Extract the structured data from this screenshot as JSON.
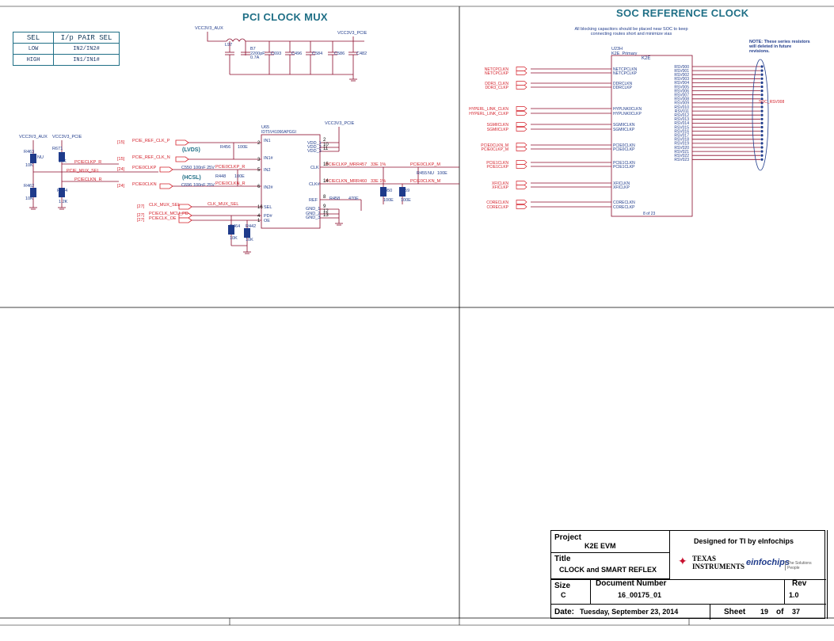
{
  "pci_section": {
    "title": "PCI CLOCK MUX",
    "sel_table": {
      "headers": [
        "SEL",
        "I/p PAIR SEL"
      ],
      "rows": [
        [
          "LOW",
          "IN2/IN2#"
        ],
        [
          "HIGH",
          "IN1/IN1#"
        ]
      ]
    },
    "rails": [
      "VCC3V3_AUX",
      "VCC3V3_PCIE"
    ],
    "ic_ref": "U65",
    "ic_part": "IDT5V41066APGGI",
    "labels": {
      "lvds": "(LVDS)",
      "hcsl": "(HCSL)",
      "mux_sel": "PCIE_MUX_SEL",
      "ref_clk_p": "PCIE_REF_CLK_P",
      "ref_clk_n": "PCIE_REF_CLK_N",
      "clk_in_p": "PCIE0CLKP",
      "clk_in_n": "PCIE0CLKN",
      "mux_sel_net": "CLK_MUX_SEL",
      "mclk_pd": "PCIECLK_MCU_PD",
      "clk_oe": "PCIECLK_OE"
    }
  },
  "soc_section": {
    "title": "SOC REFERENCE CLOCK",
    "note_top": "All blocking capacitors should be placed near SOC to keep connecting routes short and minimize vias",
    "note_right": "NOTE: These series resistors will deleted in future revisions.",
    "ic_ref": "U23H",
    "ic_name": "K2E",
    "ic_sub": "K2E_Primary",
    "ic_page": "8 of 23",
    "left_pins": [
      "NETCPCLKN",
      "NETCPCLKP",
      "DDRCLKN",
      "DDRCLKP",
      "HYPLNK0CLKN",
      "HYPLNK0CLKP",
      "SGMIICLKN",
      "SGMIICLKP",
      "PCIE0CLKN",
      "PCIE0CLKP",
      "PCIE1CLKN",
      "PCIE1CLKP",
      "XFICLKN",
      "XFICLKP",
      "CORECLKN",
      "CORECLKP"
    ],
    "right_pins": [
      "RSV000",
      "RSV001",
      "RSV002",
      "RSV003",
      "RSV004",
      "RSV005",
      "RSV006",
      "RSV007",
      "RSV008",
      "RSV009",
      "RSV010",
      "RSV011",
      "RSV012",
      "RSV013",
      "RSV014",
      "RSV015",
      "RSV016",
      "RSV017",
      "RSV018",
      "RSV019",
      "RSV020",
      "RSV021",
      "RSV022",
      "RSV023"
    ],
    "left_nets": [
      "NETCPCLKN",
      "NETCPCLKP",
      "DDR3_CLKN",
      "DDR3_CLKP",
      "HYPERL_LINK_CLKN",
      "HYPERL_LINK_CLKP",
      "SGMIICLKN",
      "SGMIICLKP",
      "PCIE0CLKN_M",
      "PCIE0CLKP_M",
      "PCIE1CLKN",
      "PCIE1CLKP",
      "XFICLKN",
      "XFICLKP",
      "CORECLKN",
      "CORECLKP"
    ],
    "soc_rsv_net": "SOC_RSV008"
  },
  "title_block": {
    "project_label": "Project",
    "project": "K2E EVM",
    "designed_for": "Designed for TI by eInfochips",
    "title_label": "Title",
    "title": "CLOCK and SMART REFLEX",
    "size_label": "Size",
    "size": "C",
    "docnum_label": "Document Number",
    "docnum": "16_00175_01",
    "rev_label": "Rev",
    "rev": "1.0",
    "date_label": "Date:",
    "date": "Tuesday, September 23, 2014",
    "sheet_label": "Sheet",
    "sheet": "19",
    "of_label": "of",
    "sheet_total": "37",
    "ti_line1": "TEXAS",
    "ti_line2": "INSTRUMENTS",
    "einfo_logo": "einfochips",
    "einfo_tag": "The Solutions People"
  },
  "colors": {
    "wire": "#8b0a2a",
    "pin_text": "#1f3b8b",
    "net_text": "#d4202a",
    "title_teal": "#1f6f86",
    "border": "#000000"
  }
}
